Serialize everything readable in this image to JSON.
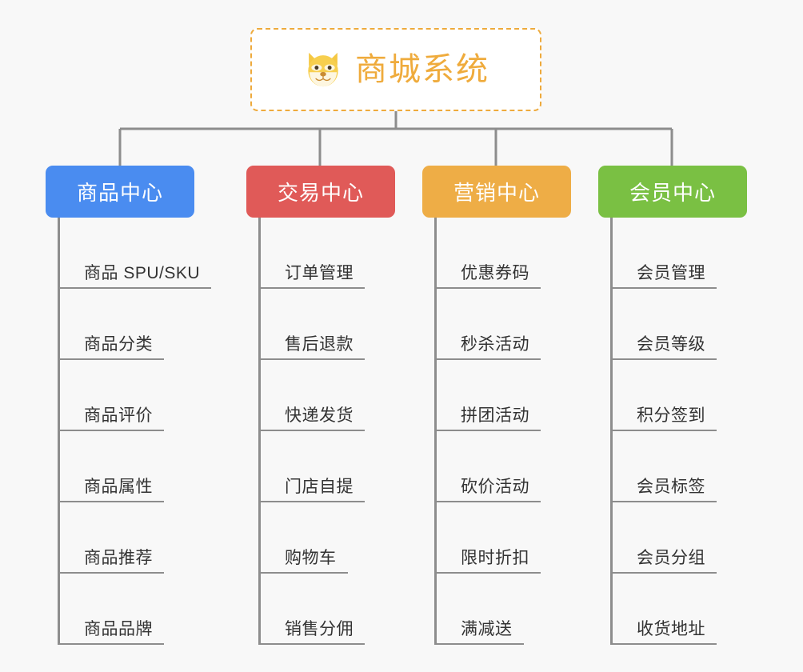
{
  "canvas": {
    "background": "#f8f8f8",
    "line_color": "#8d8d8d"
  },
  "root": {
    "title": "商城系统",
    "icon": "dog-face-icon",
    "border_color": "#eeaa3c",
    "text_color": "#efab3c",
    "background": "#ffffff"
  },
  "branches": [
    {
      "label": "商品中心",
      "color": "#4a8cf0",
      "color_class": "c-blue",
      "items": [
        "商品 SPU/SKU",
        "商品分类",
        "商品评价",
        "商品属性",
        "商品推荐",
        "商品品牌"
      ]
    },
    {
      "label": "交易中心",
      "color": "#e05a58",
      "color_class": "c-red",
      "items": [
        "订单管理",
        "售后退款",
        "快递发货",
        "门店自提",
        "购物车",
        "销售分佣"
      ]
    },
    {
      "label": "营销中心",
      "color": "#eead46",
      "color_class": "c-orange",
      "items": [
        "优惠券码",
        "秒杀活动",
        "拼团活动",
        "砍价活动",
        "限时折扣",
        "满减送"
      ]
    },
    {
      "label": "会员中心",
      "color": "#7ac043",
      "color_class": "c-green",
      "items": [
        "会员管理",
        "会员等级",
        "积分签到",
        "会员标签",
        "会员分组",
        "收货地址"
      ]
    }
  ]
}
